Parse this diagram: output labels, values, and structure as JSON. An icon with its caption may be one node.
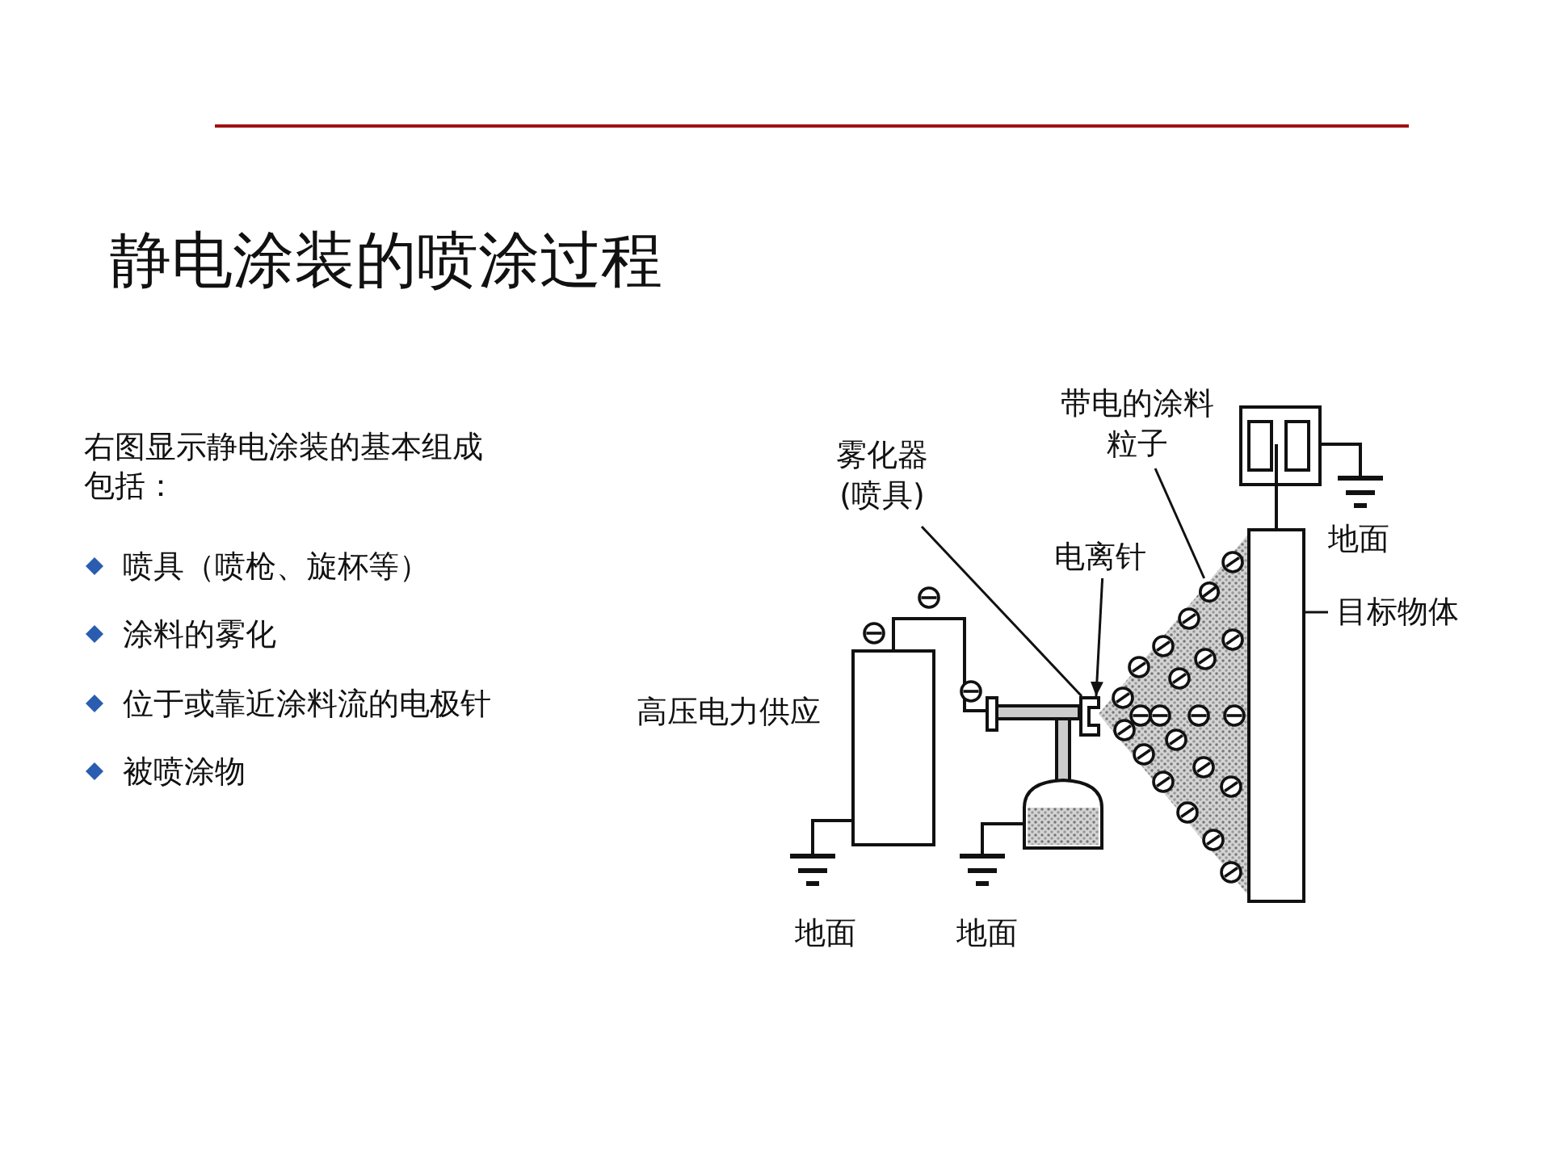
{
  "diagram": {
    "title": "静电涂装的喷涂过程",
    "nodes": [
      {
        "text": [
          "雾化器(喷具)"
        ]
      },
      {
        "text": [
          "电离针"
        ]
      },
      {
        "text": [
          "带电的涂料粒子"
        ]
      },
      {
        "text": [
          "目标物体"
        ]
      },
      {
        "text": [],
        "shape": "box"
      },
      {
        "text": [],
        "shape": "circle"
      },
      {
        "text": [],
        "shape": "box"
      }
    ],
    "edges": [
      {
        "from": 0,
        "to": 4,
        "arrow": "none"
      },
      {
        "from": 1,
        "to": 4,
        "arrow": "to"
      },
      {
        "from": 2,
        "to": 5,
        "arrow": "none"
      },
      {
        "from": 3,
        "to": 6,
        "arrow": "none"
      }
    ],
    "labels": [
      "右图显示静电涂装的基本组成包括：",
      "喷具（喷枪、旋杯等）",
      "涂料的雾化",
      "位于或靠近涂料流的电极针",
      "被喷涂物",
      "高压电力供应",
      "地面",
      "地面",
      "地面"
    ]
  }
}
